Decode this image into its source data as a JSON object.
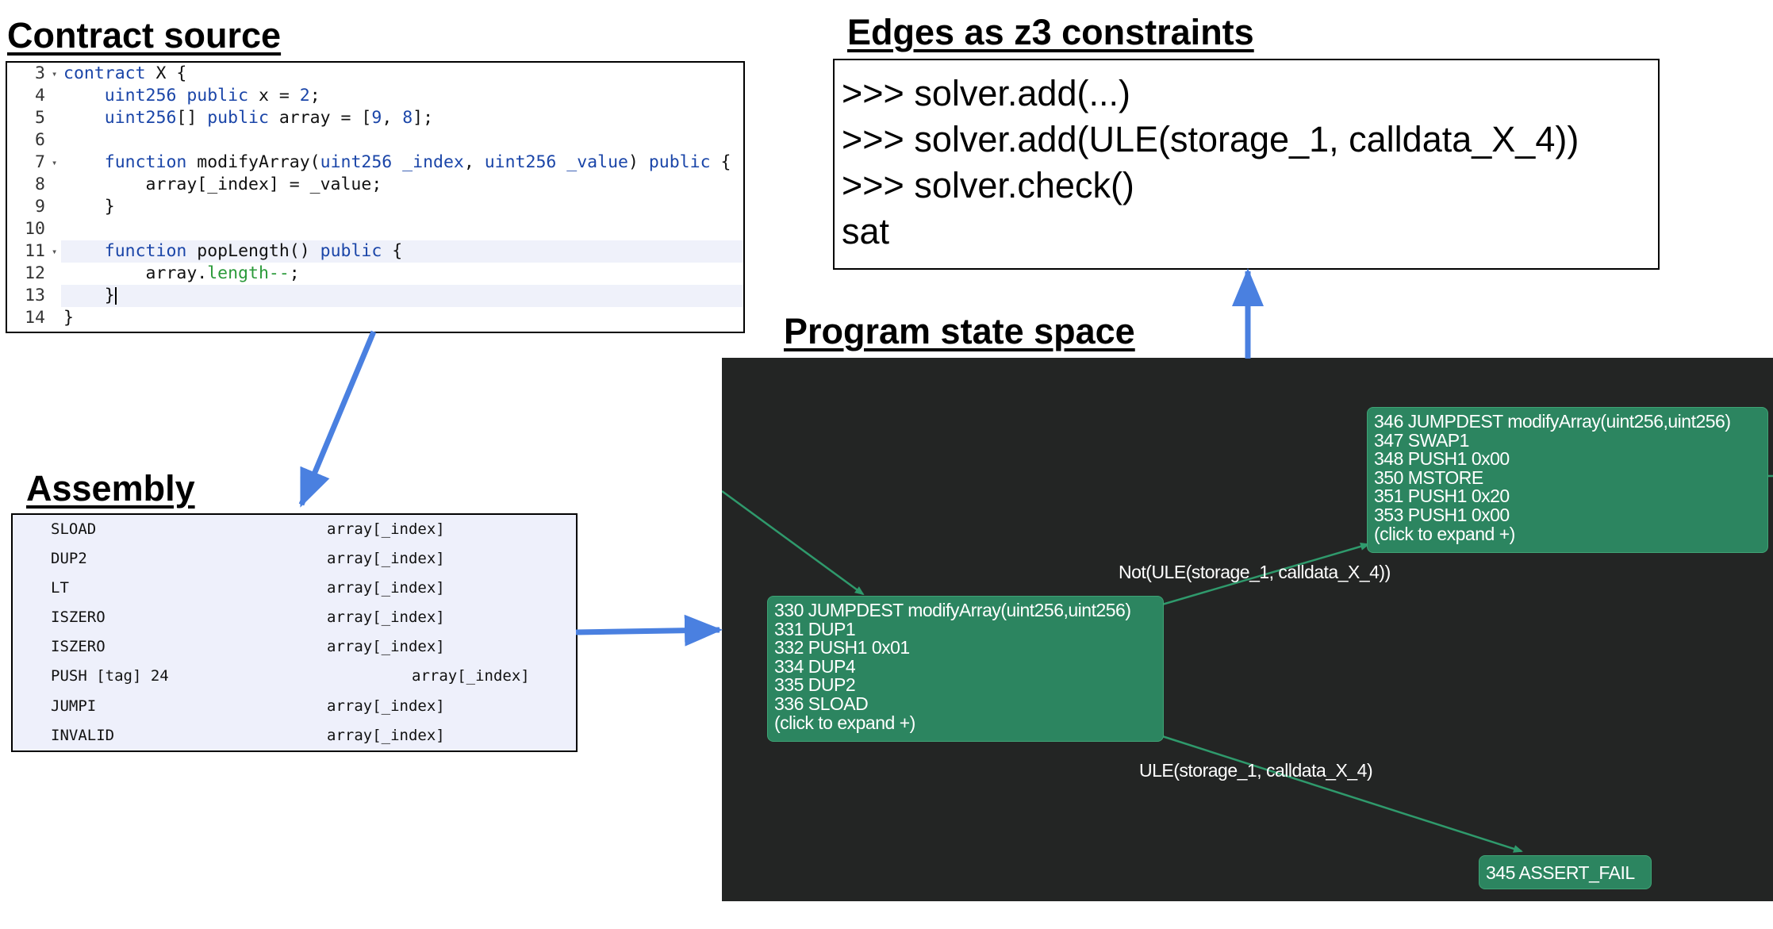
{
  "headings": {
    "contract_source": "Contract source",
    "edges": "Edges as z3 constraints",
    "program_state": "Program state space",
    "assembly": "Assembly"
  },
  "editor": {
    "lines": [
      {
        "num": "3",
        "fold": true,
        "active": false,
        "parts": [
          [
            "kw",
            "contract"
          ],
          [
            "t",
            " X {"
          ]
        ]
      },
      {
        "num": "4",
        "fold": false,
        "active": false,
        "parts": [
          [
            "t",
            "    "
          ],
          [
            "kw",
            "uint256"
          ],
          [
            "t",
            " "
          ],
          [
            "kw",
            "public"
          ],
          [
            "t",
            " x = "
          ],
          [
            "num",
            "2"
          ],
          [
            "t",
            ";"
          ]
        ]
      },
      {
        "num": "5",
        "fold": false,
        "active": false,
        "parts": [
          [
            "t",
            "    "
          ],
          [
            "kw",
            "uint256"
          ],
          [
            "t",
            "[] "
          ],
          [
            "kw",
            "public"
          ],
          [
            "t",
            " array = ["
          ],
          [
            "num",
            "9"
          ],
          [
            "t",
            ", "
          ],
          [
            "num",
            "8"
          ],
          [
            "t",
            "];"
          ]
        ]
      },
      {
        "num": "6",
        "fold": false,
        "active": false,
        "parts": []
      },
      {
        "num": "7",
        "fold": true,
        "active": false,
        "parts": [
          [
            "t",
            "    "
          ],
          [
            "kw",
            "function"
          ],
          [
            "t",
            " modifyArray("
          ],
          [
            "kw",
            "uint256 _index"
          ],
          [
            "t",
            ", "
          ],
          [
            "kw",
            "uint256 _value"
          ],
          [
            "t",
            ") "
          ],
          [
            "kw",
            "public"
          ],
          [
            "t",
            " {"
          ]
        ]
      },
      {
        "num": "8",
        "fold": false,
        "active": false,
        "parts": [
          [
            "t",
            "        array[_index] = _value;"
          ]
        ]
      },
      {
        "num": "9",
        "fold": false,
        "active": false,
        "parts": [
          [
            "t",
            "    }"
          ]
        ]
      },
      {
        "num": "10",
        "fold": false,
        "active": false,
        "parts": []
      },
      {
        "num": "11",
        "fold": true,
        "active": true,
        "parts": [
          [
            "t",
            "    "
          ],
          [
            "kw",
            "function"
          ],
          [
            "t",
            " popLength() "
          ],
          [
            "kw",
            "public"
          ],
          [
            "t",
            " {"
          ]
        ]
      },
      {
        "num": "12",
        "fold": false,
        "active": false,
        "parts": [
          [
            "t",
            "        array."
          ],
          [
            "grn",
            "length--"
          ],
          [
            "t",
            ";"
          ]
        ]
      },
      {
        "num": "13",
        "fold": false,
        "active": true,
        "parts": [
          [
            "t",
            "    }"
          ],
          [
            "caret",
            ""
          ]
        ]
      },
      {
        "num": "14",
        "fold": false,
        "active": false,
        "parts": [
          [
            "t",
            "}"
          ]
        ]
      }
    ]
  },
  "assembly": {
    "rows": [
      {
        "op": "SLOAD",
        "src": "array[_index]",
        "indent": false
      },
      {
        "op": "DUP2",
        "src": "array[_index]",
        "indent": false
      },
      {
        "op": "LT",
        "src": "array[_index]",
        "indent": false
      },
      {
        "op": "ISZERO",
        "src": "array[_index]",
        "indent": false
      },
      {
        "op": "ISZERO",
        "src": "array[_index]",
        "indent": false
      },
      {
        "op": "PUSH [tag] 24",
        "src": "array[_index]",
        "indent": true
      },
      {
        "op": "JUMPI",
        "src": "array[_index]",
        "indent": false
      },
      {
        "op": "INVALID",
        "src": "array[_index]",
        "indent": false
      }
    ]
  },
  "z3": {
    "lines": [
      ">>> solver.add(...)",
      ">>> solver.add(ULE(storage_1, calldata_X_4))",
      ">>> solver.check()",
      "sat"
    ]
  },
  "state_space": {
    "node_330": {
      "lines": [
        "330 JUMPDEST modifyArray(uint256,uint256)",
        "331 DUP1",
        "332 PUSH1 0x01",
        "334 DUP4",
        "335 DUP2",
        "336 SLOAD",
        "(click to expand +)"
      ]
    },
    "node_346": {
      "lines": [
        "346 JUMPDEST modifyArray(uint256,uint256)",
        "347 SWAP1",
        "348 PUSH1 0x00",
        "350 MSTORE",
        "351 PUSH1 0x20",
        "353 PUSH1 0x00",
        "(click to expand +)"
      ]
    },
    "node_345": {
      "lines": [
        "345 ASSERT_FAIL"
      ]
    },
    "edge_not_ule": "Not(ULE(storage_1, calldata_X_4))",
    "edge_ule": "ULE(storage_1, calldata_X_4)"
  },
  "colors": {
    "arrow": "#4a80e0",
    "node_fill": "#2c8560",
    "panel_bg": "#232524",
    "edge_line": "#2f9a6c"
  }
}
